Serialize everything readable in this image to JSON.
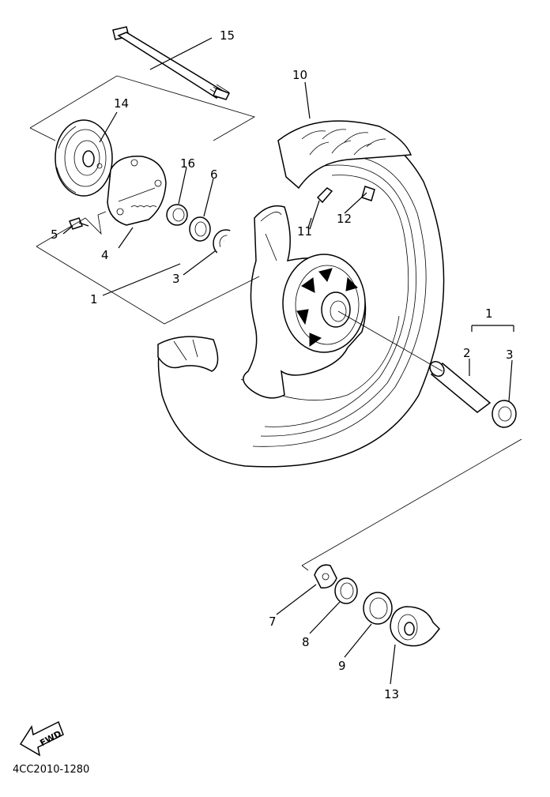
{
  "diagram": {
    "callouts": {
      "p1a": "1",
      "p1b": "1",
      "p2": "2",
      "p3a": "3",
      "p3b": "3",
      "p4": "4",
      "p5": "5",
      "p6": "6",
      "p7": "7",
      "p8": "8",
      "p9": "9",
      "p10": "10",
      "p11": "11",
      "p12": "12",
      "p13": "13",
      "p14": "14",
      "p15": "15",
      "p16": "16"
    },
    "fwd_label": "FWD",
    "drawing_code": "4CC2010-1280"
  }
}
